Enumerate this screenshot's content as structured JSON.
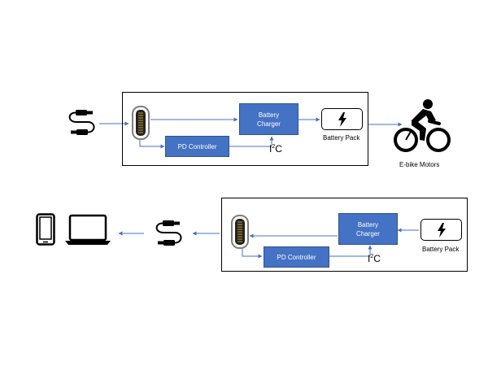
{
  "top_system": {
    "battery_charger_label": "Battery\nCharger",
    "pd_controller_label": "PD Controller",
    "i2c_base": "I",
    "i2c_sup": "2",
    "i2c_tail": "C",
    "battery_pack_label": "Battery Pack",
    "output_device_label": "E-bike Motors"
  },
  "bottom_system": {
    "battery_charger_label": "Battery\nCharger",
    "pd_controller_label": "PD Controller",
    "i2c_base": "I",
    "i2c_sup": "2",
    "i2c_tail": "C",
    "battery_pack_label": "Battery Pack"
  },
  "icons": {
    "cable_top": "usb-cable-icon",
    "cable_bottom": "usb-cable-icon",
    "connector_top": "usb-c-port-icon",
    "connector_bottom": "usb-c-port-icon",
    "battery_bolt": "lightning-bolt-icon",
    "cyclist": "cyclist-icon",
    "phone": "smartphone-icon",
    "laptop": "laptop-icon"
  },
  "colors": {
    "block_fill": "#4472c4",
    "block_border": "#2f528f",
    "arrow": "#4472c4",
    "frame": "#000000"
  }
}
